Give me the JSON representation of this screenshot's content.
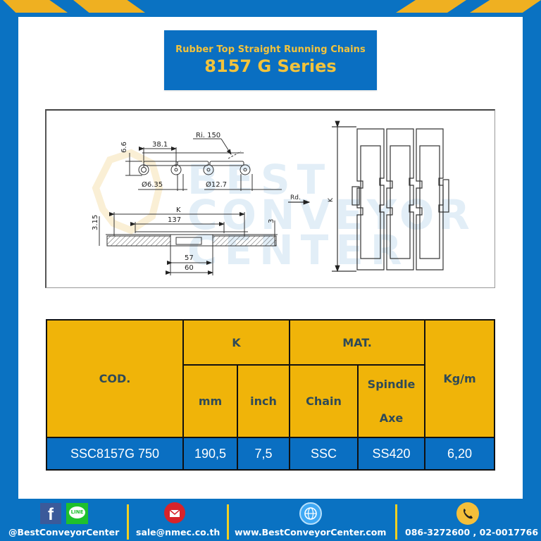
{
  "colors": {
    "frame_blue": "#0a72c2",
    "accent_yellow": "#efb021",
    "table_header_bg": "#f0b409",
    "table_header_text": "#2f4a57",
    "table_data_bg": "#0a6fc2",
    "title_text": "#f3c33b"
  },
  "title": {
    "subtitle": "Rubber Top Straight Running Chains",
    "main": "8157 G Series"
  },
  "watermark": {
    "lines": [
      "BEST",
      "CONVEYOR",
      "CENTER"
    ]
  },
  "diagram": {
    "side_view": {
      "pitch": "38.1",
      "height": "6.6",
      "radius": "Ri. 150",
      "pin_diameter": "Ø6.35",
      "barrel_diameter": "Ø12.7"
    },
    "cross_section": {
      "width_label": "K",
      "top_width": "137",
      "thickness_left": "3.15",
      "thickness_right": "3",
      "inner_width": "57",
      "outer_width": "60"
    },
    "top_view": {
      "direction_label": "Rd.",
      "width_label": "K"
    }
  },
  "table": {
    "headers": {
      "cod": "COD.",
      "k": "K",
      "mat": "MAT.",
      "kgm": "Kg/m",
      "mm": "mm",
      "inch": "inch",
      "chain": "Chain",
      "spindle_1": "Spindle",
      "spindle_2": "Axe"
    },
    "rows": [
      {
        "cod": "SSC8157G 750",
        "mm": "190,5",
        "inch": "7,5",
        "chain": "SSC",
        "spindle": "SS420",
        "kgm": "6,20"
      }
    ]
  },
  "footer": {
    "social_handle": "@BestConveyorCenter",
    "email": "sale@nmec.co.th",
    "website": "www.BestConveyorCenter.com",
    "phone": "086-3272600 , 02-0017766",
    "line_badge": "LINE",
    "facebook_glyph": "f"
  }
}
